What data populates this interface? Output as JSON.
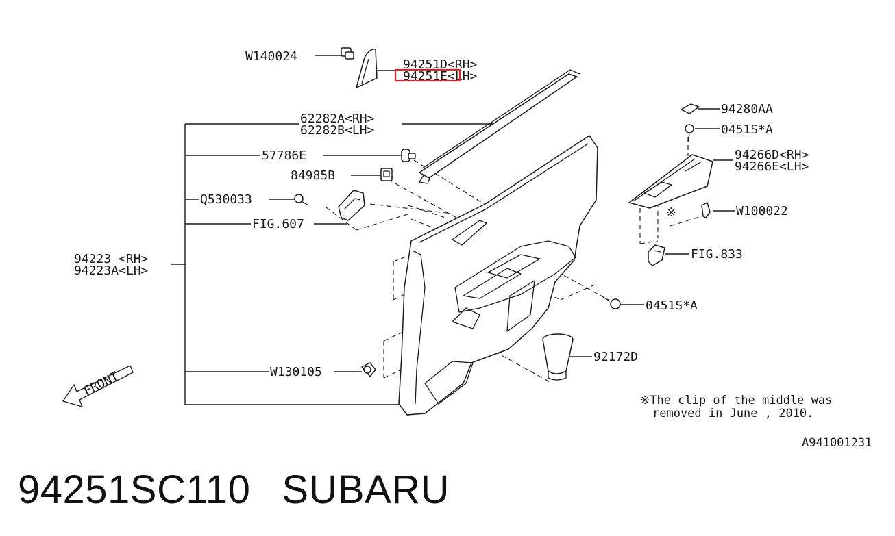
{
  "labels": {
    "w140024": "W140024",
    "p94251d": "94251D<RH>",
    "p94251e": "94251E<LH>",
    "p62282a": "62282A<RH>",
    "p62282b": "62282B<LH>",
    "p57786e": "57786E",
    "p84985b": "84985B",
    "q530033": "Q530033",
    "fig607": "FIG.607",
    "p94223": "94223 <RH>",
    "p94223a": "94223A<LH>",
    "w130105": "W130105",
    "p94280aa": "94280AA",
    "p0451sa_top": "0451S*A",
    "p94266d": "94266D<RH>",
    "p94266e": "94266E<LH>",
    "w100022": "W100022",
    "fig833": "FIG.833",
    "p0451sa_mid": "0451S*A",
    "p92172d": "92172D",
    "front": "FRONT",
    "note_line1": "※The clip of the middle was",
    "note_line2": "removed in June , 2010.",
    "diagram_code": "A941001231"
  },
  "highlight_color": "#e0222a",
  "footer": {
    "part_number": "94251SC110",
    "brand": "SUBARU"
  }
}
